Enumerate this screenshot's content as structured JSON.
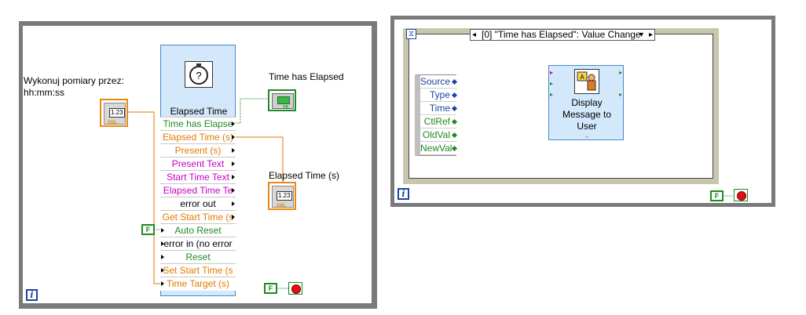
{
  "left_diagram": {
    "control_label": "Wykonuj pomiary przez:\nhh:mm:ss",
    "control_value": "1.23",
    "control_type": "DBL",
    "indicator_bool_label": "Time has Elapsed",
    "indicator_bool_type": "TF",
    "indicator_num_label": "Elapsed Time (s)",
    "indicator_num_value": "1.23",
    "indicator_num_type": "DBL",
    "false_constant": "F",
    "stop_false_constant": "F",
    "iteration_terminal": "i",
    "express_vi": {
      "title": "Elapsed Time",
      "icon": "stopwatch-icon",
      "terminals": [
        {
          "label": "Time has Elapse",
          "color": "#1e8a22"
        },
        {
          "label": "Elapsed Time (s)",
          "color": "#e27a00"
        },
        {
          "label": "Present (s)",
          "color": "#e27a00"
        },
        {
          "label": "Present Text",
          "color": "#c400c4"
        },
        {
          "label": "Start Time Text",
          "color": "#c400c4"
        },
        {
          "label": "Elapsed Time Te",
          "color": "#c400c4"
        },
        {
          "label": "error out",
          "color": "#000000"
        },
        {
          "label": "Get Start Time (s",
          "color": "#e27a00"
        },
        {
          "label": "Auto Reset",
          "color": "#1e8a22"
        },
        {
          "label": "error in (no error",
          "color": "#000000"
        },
        {
          "label": "Reset",
          "color": "#1e8a22"
        },
        {
          "label": "Set Start Time (s",
          "color": "#e27a00"
        },
        {
          "label": "Time Target (s)",
          "color": "#e27a00"
        }
      ]
    }
  },
  "right_diagram": {
    "event_selector": "[0] \"Time has Elapsed\": Value Change",
    "event_data_rows": [
      {
        "label": "Source",
        "color": "#1d43a0"
      },
      {
        "label": "Type",
        "color": "#1d43a0"
      },
      {
        "label": "Time",
        "color": "#1d43a0"
      },
      {
        "label": "CtlRef",
        "color": "#1e8a22"
      },
      {
        "label": "OldVal",
        "color": "#1e8a22"
      },
      {
        "label": "NewVal",
        "color": "#1e8a22"
      }
    ],
    "display_vi": {
      "label_line1": "Display",
      "label_line2": "Message to",
      "label_line3": "User",
      "icon": "display-message-icon"
    },
    "iteration_terminal": "i",
    "stop_false_constant": "F",
    "timeout_icon": "hourglass-icon"
  }
}
